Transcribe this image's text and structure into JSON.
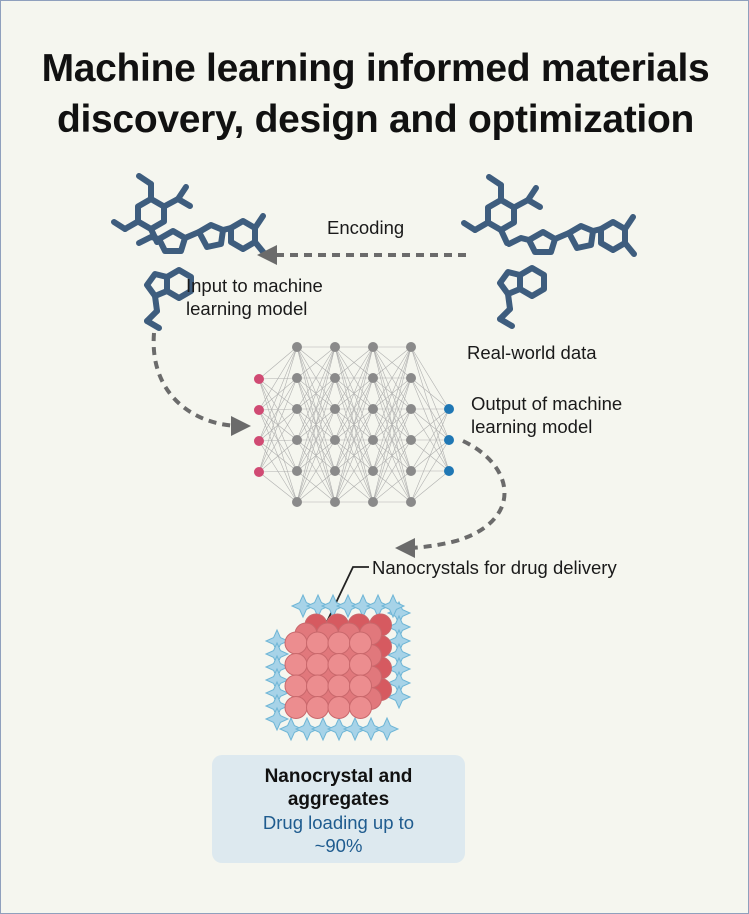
{
  "title": {
    "line1": "Machine learning informed materials",
    "line2": "discovery, design and optimization"
  },
  "labels": {
    "encoding": "Encoding",
    "input_line1": "Input to machine",
    "input_line2": "learning model",
    "real_world": "Real-world data",
    "output_line1": "Output of machine",
    "output_line2": "learning model",
    "nanocrystals": "Nanocrystals for drug delivery"
  },
  "infobox": {
    "heading_line1": "Nanocrystal and",
    "heading_line2": "aggregates",
    "sub_line1": "Drug loading up to",
    "sub_line2": "~90%"
  },
  "colors": {
    "molecule": "#3e5d7e",
    "arrow": "#6b6b6b",
    "input_node": "#d04a73",
    "hidden_node": "#8a8a8a",
    "output_node": "#1f77b4",
    "sphere": "#ec8d8f",
    "ligand": "#a7d3e8",
    "box": "#dde9ef"
  },
  "network": {
    "layers": [
      4,
      6,
      6,
      6,
      6,
      3
    ]
  }
}
